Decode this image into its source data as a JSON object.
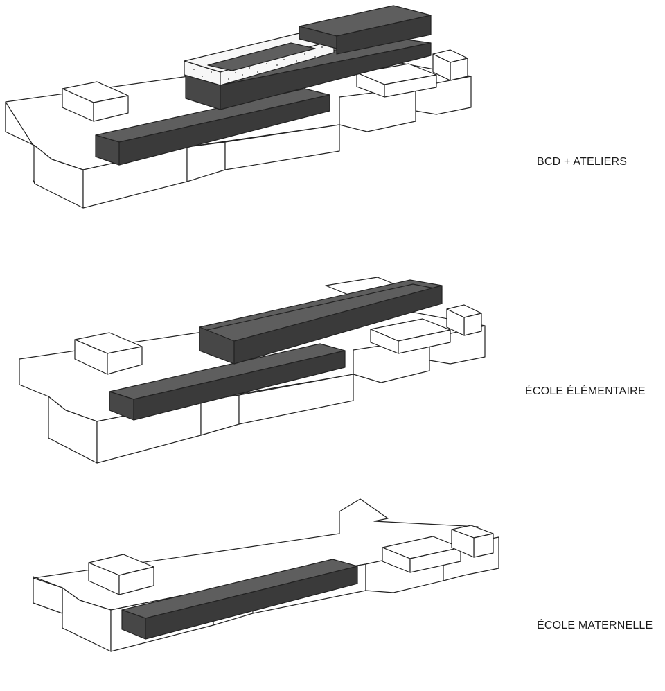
{
  "labels": {
    "bcd_ateliers": "BCD + ATELIERS",
    "ecole_elementaire": "ÉCOLE ÉLÉMENTAIRE",
    "ecole_maternelle": "ÉCOLE MATERNELLE"
  },
  "colors": {
    "background": "#ffffff",
    "outline": "#222222",
    "dark_volume_top": "#5e5e5e",
    "dark_volume_front": "#474747",
    "dark_volume_side": "#3a3a3a",
    "white_volume": "#ffffff"
  }
}
